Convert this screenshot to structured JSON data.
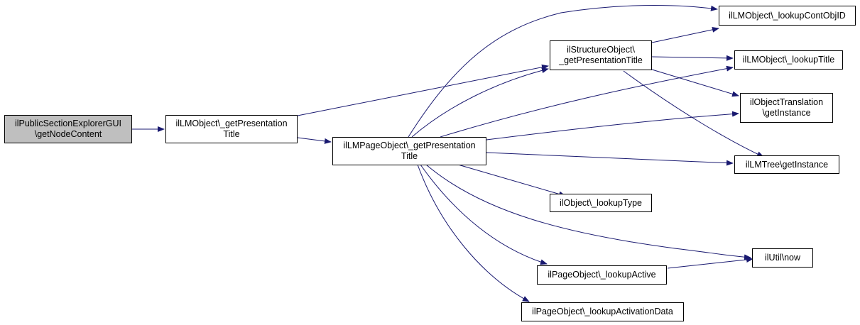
{
  "colors": {
    "edge": "#191970",
    "root_fill": "#bfbfbf",
    "node_fill": "#ffffff",
    "border": "#000000"
  },
  "nodes": {
    "root": [
      "ilPublicSectionExplorerGUI",
      "\\getNodeContent"
    ],
    "lmobj_gpt": [
      "ilLMObject\\_getPresentation",
      "Title"
    ],
    "lmpage_gpt": [
      "ilLMPageObject\\_getPresentation",
      "Title"
    ],
    "struct_gpt": [
      "ilStructureObject\\",
      "_getPresentationTitle"
    ],
    "lookup_cont": [
      "ilLMObject\\_lookupContObjID"
    ],
    "lookup_title": [
      "ilLMObject\\_lookupTitle"
    ],
    "obj_trans": [
      "ilObjectTranslation",
      "\\getInstance"
    ],
    "lmtree": [
      "ilLMTree\\getInstance"
    ],
    "lookup_type": [
      "ilObject\\_lookupType"
    ],
    "util_now": [
      "ilUtil\\now"
    ],
    "lookup_active": [
      "ilPageObject\\_lookupActive"
    ],
    "lookup_act_data": [
      "ilPageObject\\_lookupActivationData"
    ]
  }
}
